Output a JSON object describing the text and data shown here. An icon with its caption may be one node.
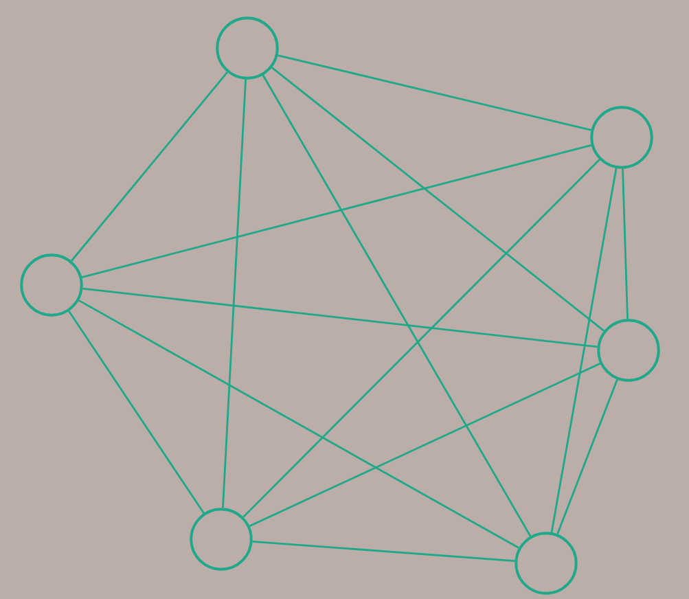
{
  "diagram": {
    "nodes": [
      {
        "text": [],
        "shape": "circle"
      },
      {
        "text": [],
        "shape": "circle"
      },
      {
        "text": [],
        "shape": "circle"
      },
      {
        "text": [],
        "shape": "circle"
      },
      {
        "text": [],
        "shape": "circle"
      },
      {
        "text": [],
        "shape": "circle"
      }
    ],
    "edges": [
      {
        "from": 0,
        "to": 1,
        "arrow": "none"
      },
      {
        "from": 0,
        "to": 2,
        "arrow": "none"
      },
      {
        "from": 0,
        "to": 3,
        "arrow": "none"
      },
      {
        "from": 0,
        "to": 4,
        "arrow": "none"
      },
      {
        "from": 0,
        "to": 5,
        "arrow": "none"
      },
      {
        "from": 1,
        "to": 2,
        "arrow": "none"
      },
      {
        "from": 1,
        "to": 3,
        "arrow": "none"
      },
      {
        "from": 1,
        "to": 4,
        "arrow": "none"
      },
      {
        "from": 1,
        "to": 5,
        "arrow": "none"
      },
      {
        "from": 2,
        "to": 3,
        "arrow": "none"
      },
      {
        "from": 2,
        "to": 4,
        "arrow": "none"
      },
      {
        "from": 2,
        "to": 5,
        "arrow": "none"
      },
      {
        "from": 3,
        "to": 4,
        "arrow": "none"
      },
      {
        "from": 3,
        "to": 5,
        "arrow": "none"
      },
      {
        "from": 4,
        "to": 5,
        "arrow": "none"
      }
    ]
  }
}
